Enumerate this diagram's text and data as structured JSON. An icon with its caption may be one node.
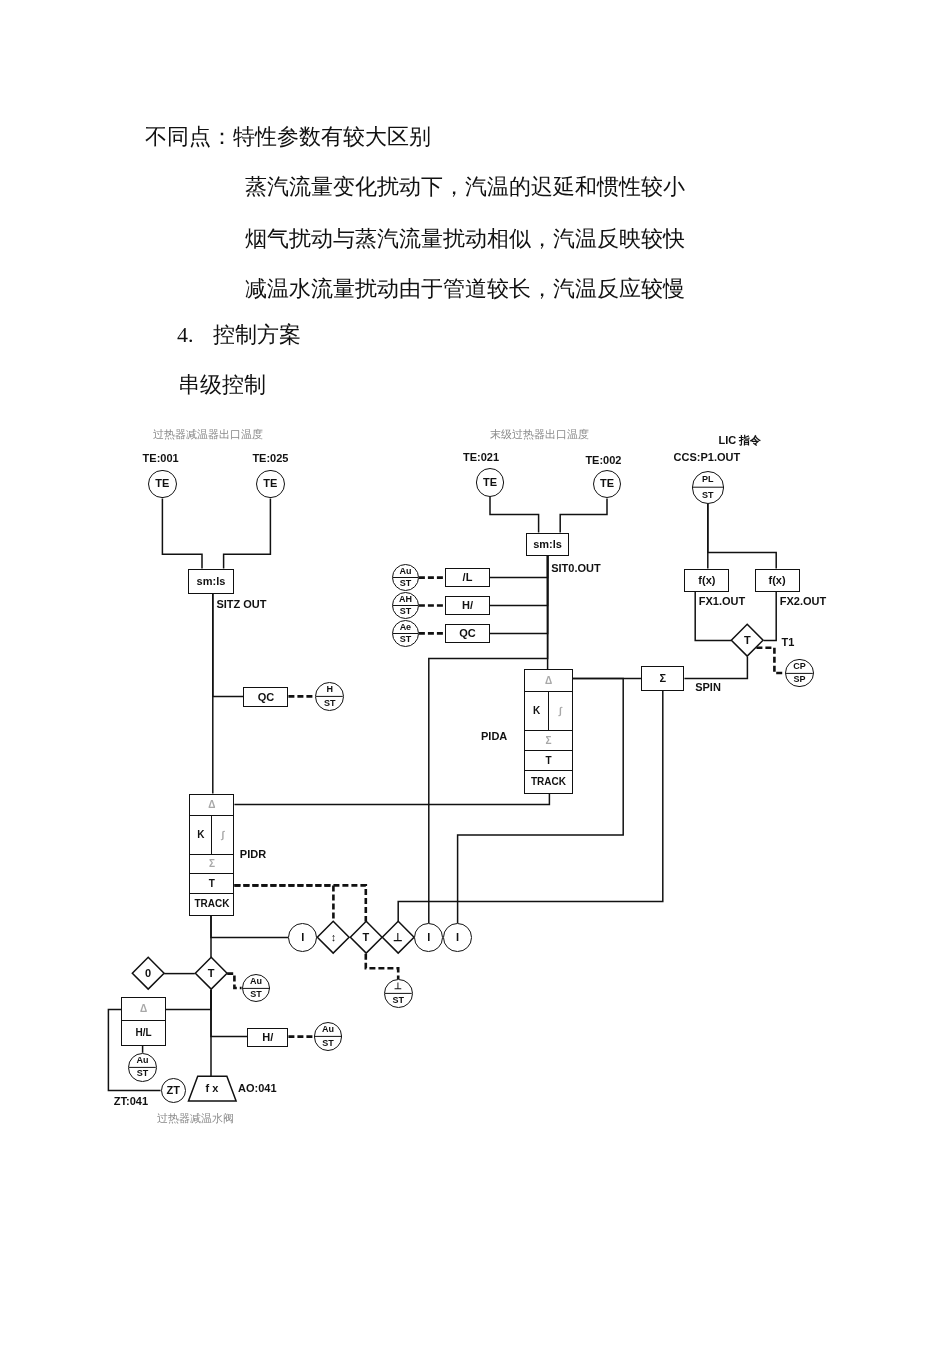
{
  "diagram": {
    "nodes": [
      {
        "text": [
          "TE"
        ],
        "beside": [
          "TE:001"
        ]
      },
      {
        "text": [
          "TE"
        ],
        "beside": [
          "TE:025"
        ]
      },
      {
        "text": [
          "sm:ls"
        ],
        "beside": [
          "SITZ OUT"
        ]
      },
      {
        "text": [
          "TE"
        ],
        "beside": [
          "TE:021"
        ]
      },
      {
        "text": [
          "TE"
        ],
        "beside": [
          "TE:002"
        ]
      },
      {
        "text": [
          "sm:ls"
        ],
        "beside": [
          "SIT0.OUT"
        ]
      },
      {
        "text": [
          "PL",
          "ST"
        ],
        "beside": [
          "LIC 指令",
          "CCS:P1.OUT"
        ]
      },
      {
        "text": [
          "Au",
          "ST"
        ]
      },
      {
        "text": [
          "/L"
        ]
      },
      {
        "text": [
          "AH",
          "ST"
        ]
      },
      {
        "text": [
          "H/"
        ]
      },
      {
        "text": [
          "Ae",
          "ST"
        ]
      },
      {
        "text": [
          "QC"
        ]
      },
      {
        "text": [
          "f(x)"
        ],
        "beside": [
          "FX1.OUT"
        ]
      },
      {
        "text": [
          "f(x)"
        ],
        "beside": [
          "FX2.OUT"
        ]
      },
      {
        "text": [
          "T"
        ],
        "beside": [
          "T1"
        ]
      },
      {
        "text": [
          "CP",
          "SP"
        ]
      },
      {
        "text": [
          "QC"
        ]
      },
      {
        "text": [
          "H",
          "ST"
        ]
      },
      {
        "text": [
          "Σ"
        ],
        "beside": [
          "SPIN"
        ]
      },
      {
        "text": [
          "Δ",
          "K",
          "∫",
          "Σ",
          "T",
          "TRACK"
        ],
        "beside": [
          "PIDA"
        ]
      },
      {
        "text": [
          "Δ",
          "K",
          "∫",
          "Σ",
          "T",
          "TRACK"
        ],
        "beside": [
          "PIDR"
        ]
      },
      {
        "text": [
          "I"
        ]
      },
      {
        "text": [
          "↕"
        ]
      },
      {
        "text": [
          "T"
        ]
      },
      {
        "text": [
          "⊥"
        ]
      },
      {
        "text": [
          "I"
        ]
      },
      {
        "text": [
          "I"
        ]
      },
      {
        "text": [
          "⊥",
          "ST"
        ]
      },
      {
        "text": [
          "0"
        ]
      },
      {
        "text": [
          "T"
        ]
      },
      {
        "text": [
          "Au",
          "ST"
        ]
      },
      {
        "text": [
          "Δ",
          "H/L"
        ]
      },
      {
        "text": [
          "H/"
        ]
      },
      {
        "text": [
          "Au",
          "ST"
        ]
      },
      {
        "text": [
          "Au",
          "ST"
        ]
      },
      {
        "text": [
          "ZT"
        ],
        "beside": [
          "ZT:041"
        ]
      },
      {
        "text": [
          "f x"
        ],
        "beside": [
          "AO:041"
        ]
      }
    ],
    "edges": [
      {
        "from": 0,
        "to": 2,
        "arrow": "none"
      },
      {
        "from": 1,
        "to": 2,
        "arrow": "none"
      },
      {
        "from": 3,
        "to": 5,
        "arrow": "none"
      },
      {
        "from": 4,
        "to": 5,
        "arrow": "none"
      },
      {
        "from": 2,
        "to": 17,
        "arrow": "none"
      },
      {
        "from": 2,
        "to": 21,
        "arrow": "none"
      },
      {
        "from": 17,
        "to": 18,
        "arrow": "none",
        "style": "dashed"
      },
      {
        "from": 7,
        "to": 8,
        "arrow": "none",
        "style": "dashed"
      },
      {
        "from": 9,
        "to": 10,
        "arrow": "none",
        "style": "dashed"
      },
      {
        "from": 11,
        "to": 12,
        "arrow": "none",
        "style": "dashed"
      },
      {
        "from": 5,
        "to": 8,
        "arrow": "none"
      },
      {
        "from": 5,
        "to": 10,
        "arrow": "none"
      },
      {
        "from": 5,
        "to": 12,
        "arrow": "none"
      },
      {
        "from": 5,
        "to": 20,
        "arrow": "none"
      },
      {
        "from": 5,
        "to": 26,
        "arrow": "none"
      },
      {
        "from": 6,
        "to": 13,
        "arrow": "none"
      },
      {
        "from": 6,
        "to": 14,
        "arrow": "none"
      },
      {
        "from": 13,
        "to": 15,
        "arrow": "none"
      },
      {
        "from": 14,
        "to": 15,
        "arrow": "none"
      },
      {
        "from": 15,
        "to": 16,
        "arrow": "none",
        "style": "dashed"
      },
      {
        "from": 15,
        "to": 19,
        "arrow": "none"
      },
      {
        "from": 20,
        "to": 19,
        "arrow": "none"
      },
      {
        "from": 20,
        "to": 27,
        "arrow": "none"
      },
      {
        "from": 19,
        "to": 25,
        "arrow": "none"
      },
      {
        "from": 20,
        "to": 21,
        "arrow": "none"
      },
      {
        "from": 21,
        "to": 22,
        "arrow": "none"
      },
      {
        "from": 21,
        "to": 30,
        "arrow": "none"
      },
      {
        "from": 21,
        "to": 23,
        "arrow": "none",
        "style": "dashed"
      },
      {
        "from": 21,
        "to": 24,
        "arrow": "none",
        "style": "dashed"
      },
      {
        "from": 24,
        "to": 28,
        "arrow": "none",
        "style": "dashed"
      },
      {
        "from": 29,
        "to": 30,
        "arrow": "none"
      },
      {
        "from": 30,
        "to": 31,
        "arrow": "none",
        "style": "dashed"
      },
      {
        "from": 30,
        "to": 32,
        "arrow": "none"
      },
      {
        "from": 30,
        "to": 33,
        "arrow": "none"
      },
      {
        "from": 30,
        "to": 37,
        "arrow": "none"
      },
      {
        "from": 33,
        "to": 34,
        "arrow": "none",
        "style": "dashed"
      },
      {
        "from": 32,
        "to": 35,
        "arrow": "none"
      },
      {
        "from": 36,
        "to": 32,
        "arrow": "none"
      }
    ],
    "labels": [
      "不同点：特性参数有较大区别",
      "蒸汽流量变化扰动下，汽温的迟延和惯性较小",
      "烟气扰动与蒸汽流量扰动相似，汽温反映较快",
      "减温水流量扰动由于管道较长，汽温反应较慢",
      "4. 控制方案",
      "串级控制",
      "过热器减温器出口温度",
      "末级过热器出口温度",
      "过热器减温水阀"
    ]
  }
}
